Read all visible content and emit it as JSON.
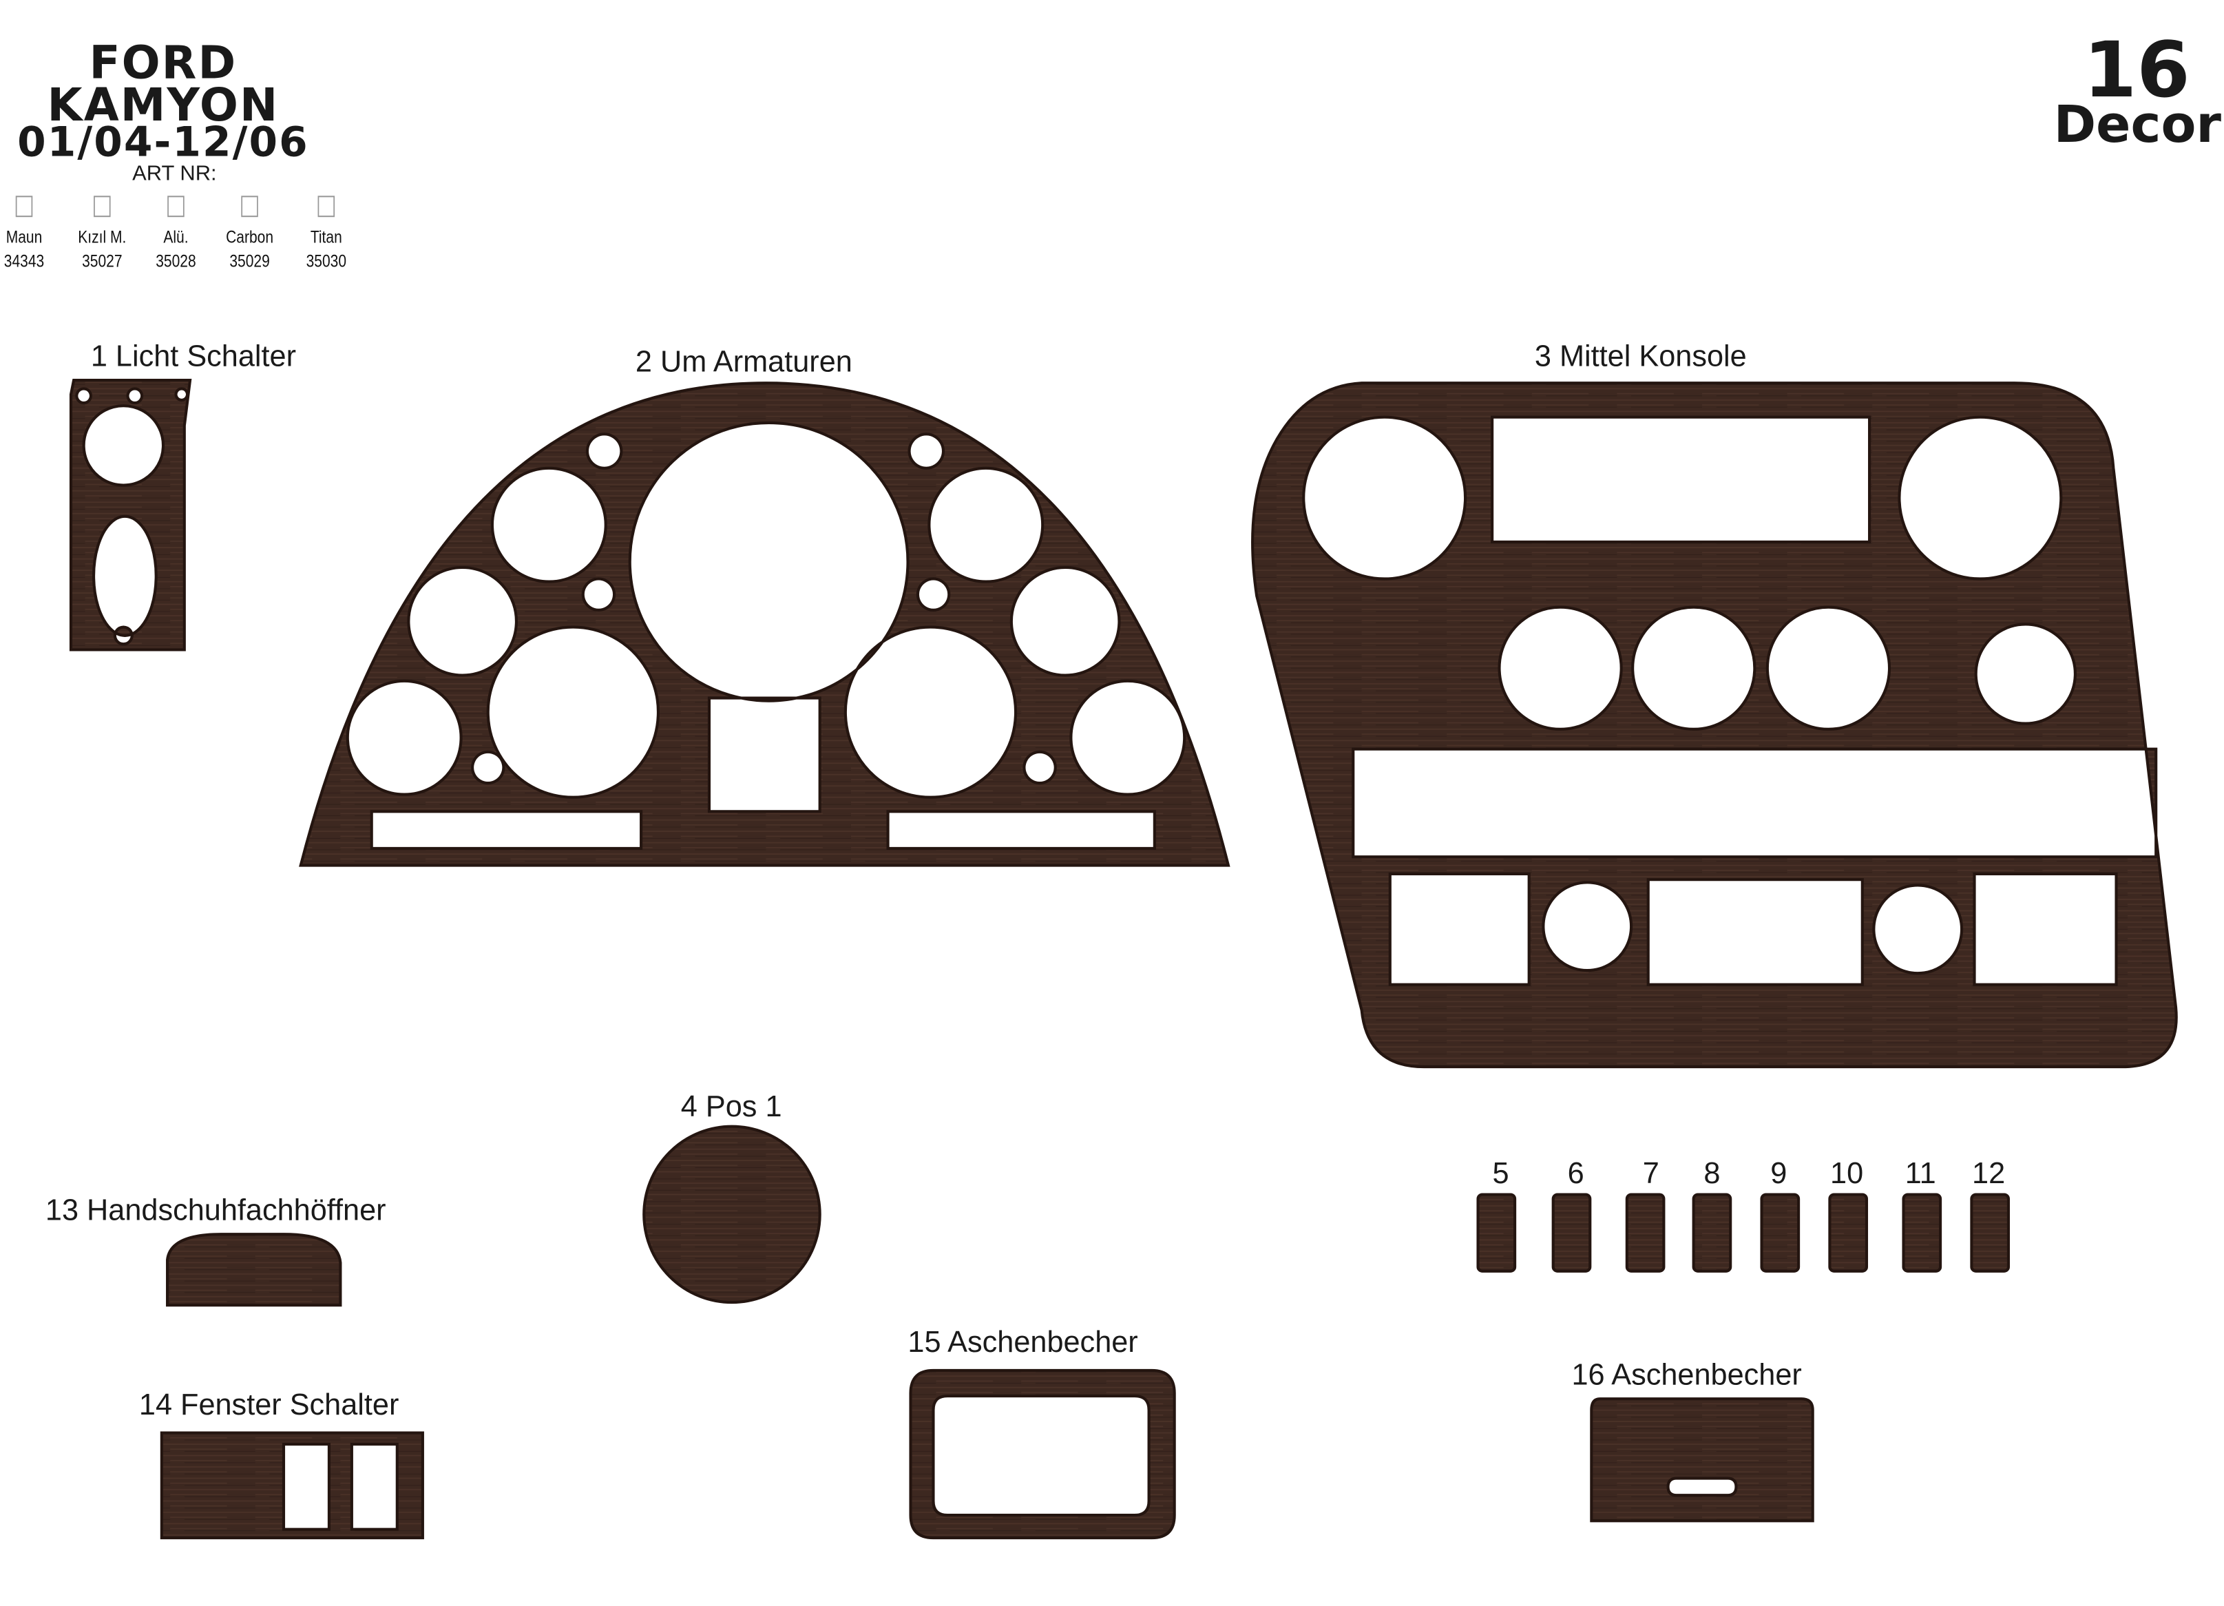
{
  "header": {
    "brand": "FORD",
    "model": "KAMYON",
    "years": "01/04-12/06",
    "art_nr_label": "ART NR:"
  },
  "materials": [
    {
      "name": "Maun",
      "code": "34343"
    },
    {
      "name": "Kızıl M.",
      "code": "35027"
    },
    {
      "name": "Alü.",
      "code": "35028"
    },
    {
      "name": "Carbon",
      "code": "35029"
    },
    {
      "name": "Titan",
      "code": "35030"
    }
  ],
  "decor": {
    "count": "16",
    "label": "Decor"
  },
  "parts": [
    {
      "label": "1 Licht Schalter"
    },
    {
      "label": "2  Um Armaturen"
    },
    {
      "label": "3  Mittel Konsole"
    },
    {
      "label": "4  Pos 1"
    },
    {
      "label": "13  Handschuhfachhöffner"
    },
    {
      "label": "14  Fenster Schalter"
    },
    {
      "label": "15  Aschenbecher"
    },
    {
      "label": "16  Aschenbecher"
    }
  ],
  "small_parts": [
    "5",
    "6",
    "7",
    "8",
    "9",
    "10",
    "11",
    "12"
  ],
  "colors": {
    "wood": "#3d2820",
    "wood_edge": "#2a1a14",
    "background": "#ffffff"
  }
}
